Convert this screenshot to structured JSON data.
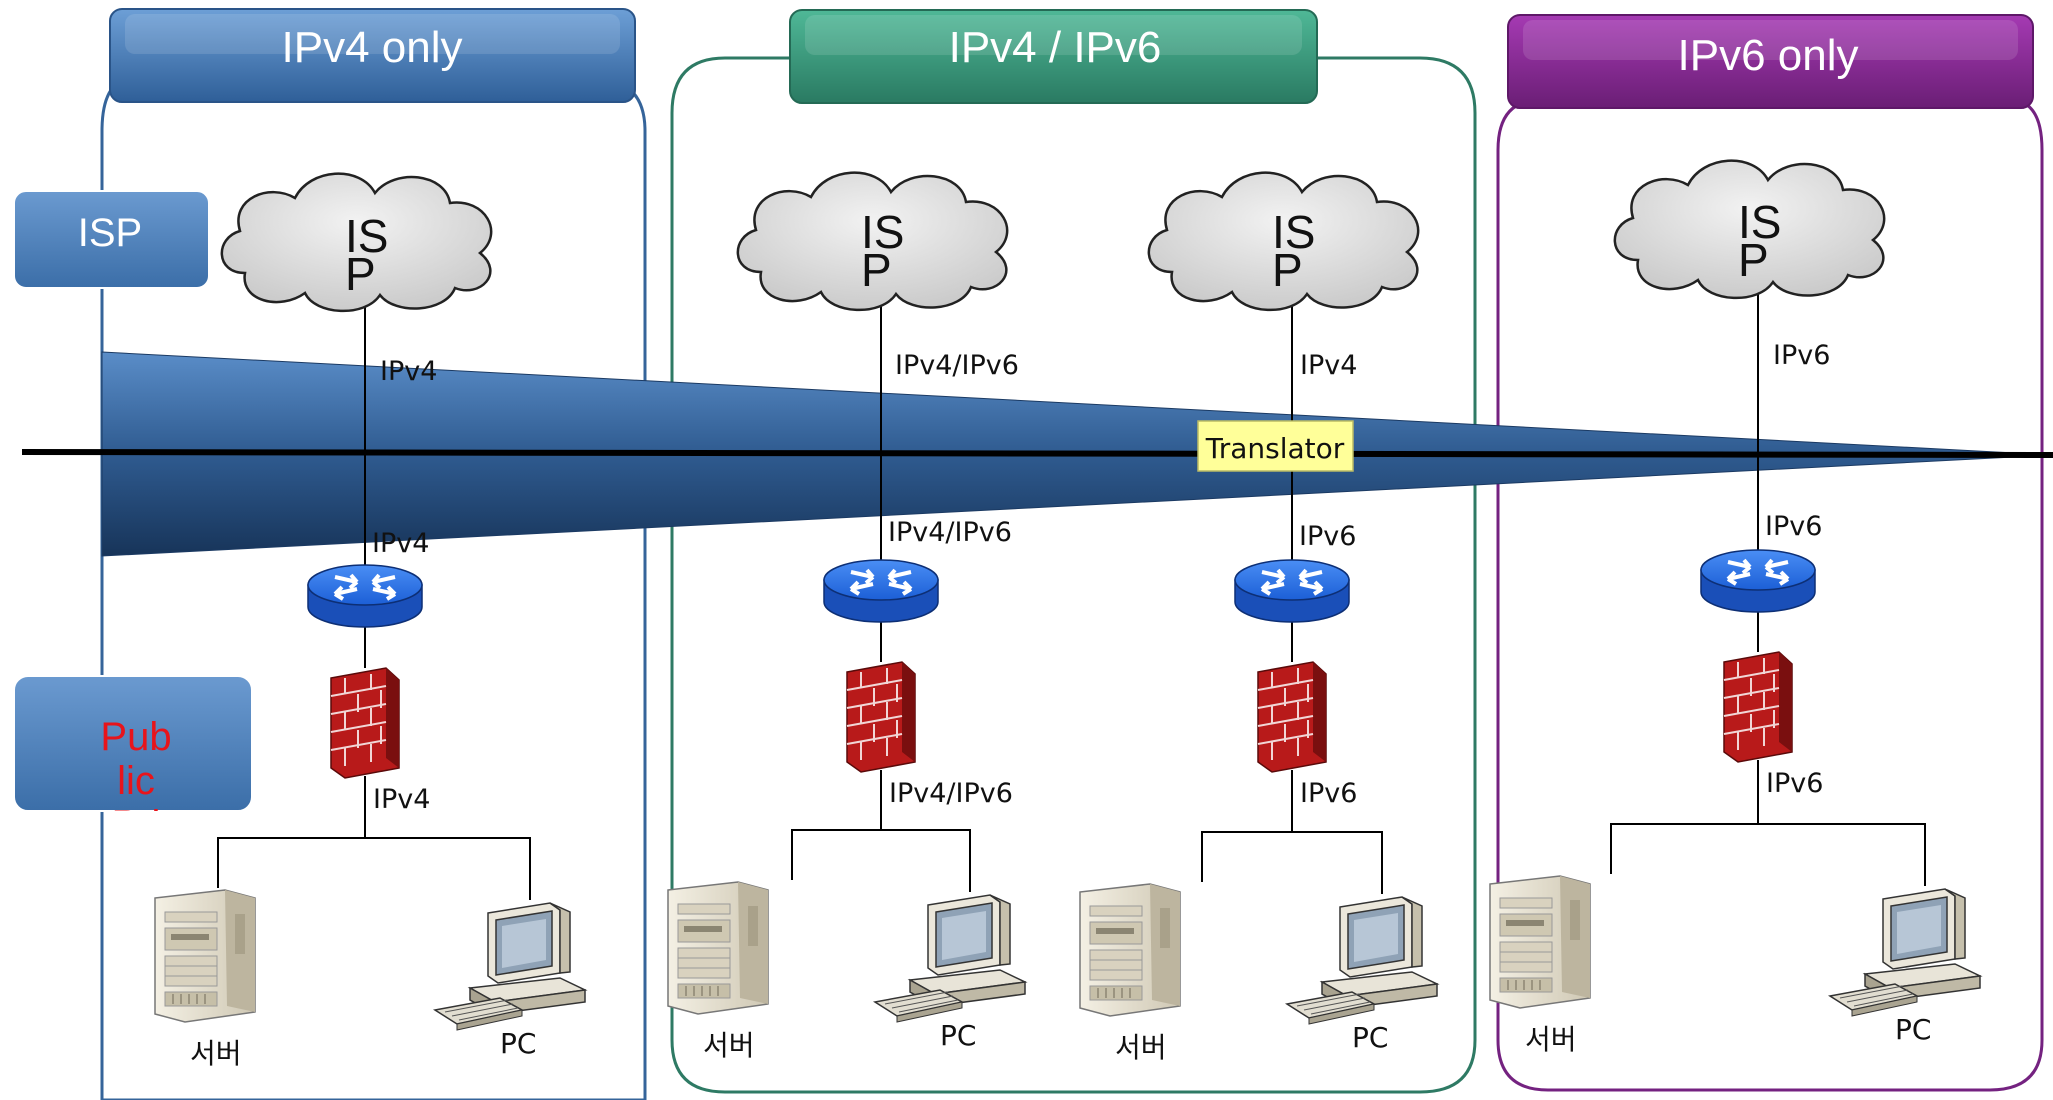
{
  "columns": [
    {
      "title": "IPv4 only",
      "color": "#3a6fa8"
    },
    {
      "title": "IPv4 / IPv6",
      "color": "#2e8a70"
    },
    {
      "title": "IPv6 only",
      "color": "#7a2384"
    }
  ],
  "side_labels": {
    "isp": "ISP",
    "public": "Pub\nlic\nPri"
  },
  "translator": "Translator",
  "stacks": [
    {
      "isp": "IS\nP",
      "upper_link": "IPv4",
      "lower_link": "IPv4",
      "lan_link": "IPv4",
      "server": "서버",
      "pc": "PC"
    },
    {
      "isp": "IS\nP",
      "upper_link": "IPv4/IPv6",
      "lower_link": "IPv4/IPv6",
      "lan_link": "IPv4/IPv6",
      "server": "서버",
      "pc": "PC"
    },
    {
      "isp": "IS\nP",
      "upper_link": "IPv4",
      "lower_link": "IPv6",
      "lan_link": "IPv6",
      "server": "서버",
      "pc": "PC"
    },
    {
      "isp": "IS\nP",
      "upper_link": "IPv6",
      "lower_link": "IPv6",
      "lan_link": "IPv6",
      "server": "서버",
      "pc": "PC"
    }
  ],
  "colors": {
    "wedge_top": "#4f82bd",
    "wedge_bottom": "#1b3a63",
    "translator_bg": "#ffff99",
    "side_box": "#4f81bd",
    "public_text": "#e8141b"
  }
}
